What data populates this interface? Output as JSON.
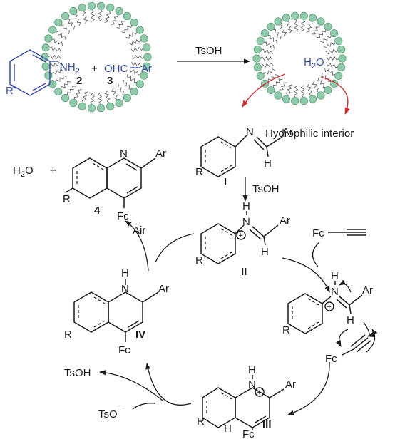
{
  "colors": {
    "lipid_head": "#8fcbaa",
    "lipid_stroke": "#5d9c7b",
    "reactant_blue": "#3a4fa3",
    "arrow_red": "#d32f2f",
    "ink": "#1a1a1a"
  },
  "reactants": {
    "r_group": "R",
    "amine": "NH",
    "amine_sub": "2",
    "plus": "+",
    "aldehyde": "OHC",
    "aryl": "Ar",
    "amine_number": "2",
    "aldehyde_number": "3"
  },
  "step1": {
    "reagent": "TsOH"
  },
  "micelle_right": {
    "water": "H",
    "water_sub": "2",
    "water_tail": "O",
    "interior_label": "Hydrophilic interior"
  },
  "imine_I": {
    "n": "N",
    "ar": "Ar",
    "h": "H",
    "r": "R",
    "number": "I",
    "reagent": "TsOH"
  },
  "product_4": {
    "water_h": "H",
    "water_sub": "2",
    "water_o": "O",
    "plus": "+",
    "n": "N",
    "ar": "Ar",
    "r": "R",
    "fc": "Fc",
    "number": "4"
  },
  "iminium_II": {
    "nh": "H",
    "n": "N",
    "plus": "+",
    "ar": "Ar",
    "h": "H",
    "r": "R",
    "number": "II"
  },
  "step_air": {
    "label": "Air"
  },
  "alkyne": {
    "fc": "Fc"
  },
  "attack": {
    "nh": "H",
    "n": "N",
    "plus": "+",
    "ar": "Ar",
    "h": "H",
    "r": "R",
    "fc": "Fc"
  },
  "dihydro_IV": {
    "nh": "H",
    "n": "N",
    "ar": "Ar",
    "r": "R",
    "fc": "Fc",
    "number": "IV"
  },
  "intermediate_III": {
    "nh": "H",
    "n": "N",
    "plus": "+",
    "ar": "Ar",
    "r": "R",
    "h": "H",
    "fc": "Fc",
    "number": "III"
  },
  "bottom": {
    "tsoh": "TsOH",
    "tso": "TsO",
    "tso_charge": "−"
  }
}
